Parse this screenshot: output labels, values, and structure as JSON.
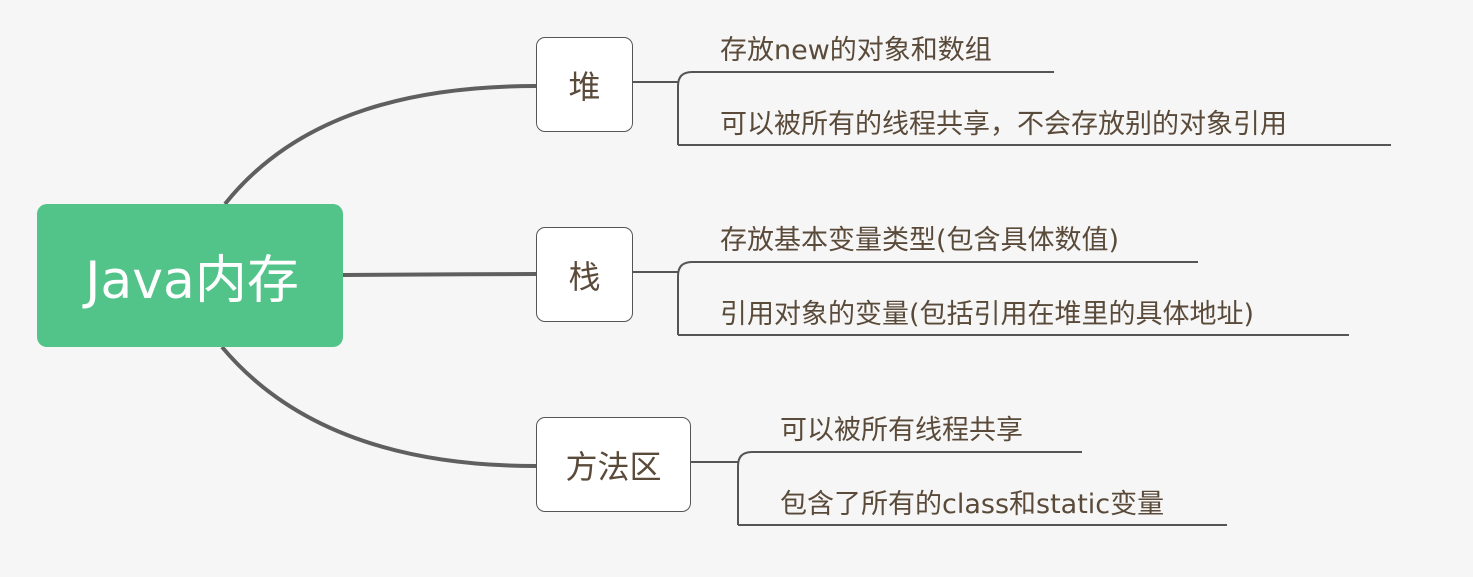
{
  "root": {
    "label": "Java内存",
    "color": "#52c48a"
  },
  "branches": [
    {
      "label": "堆",
      "leaves": [
        "存放new的对象和数组",
        "可以被所有的线程共享，不会存放别的对象引用"
      ]
    },
    {
      "label": "栈",
      "leaves": [
        "存放基本变量类型(包含具体数值)",
        "引用对象的变量(包括引用在堆里的具体地址)"
      ]
    },
    {
      "label": "方法区",
      "leaves": [
        "可以被所有线程共享",
        "包含了所有的class和static变量"
      ]
    }
  ],
  "colors": {
    "background": "#f6f6f6",
    "line": "#5a5a5a",
    "text": "#5a4a3a"
  }
}
